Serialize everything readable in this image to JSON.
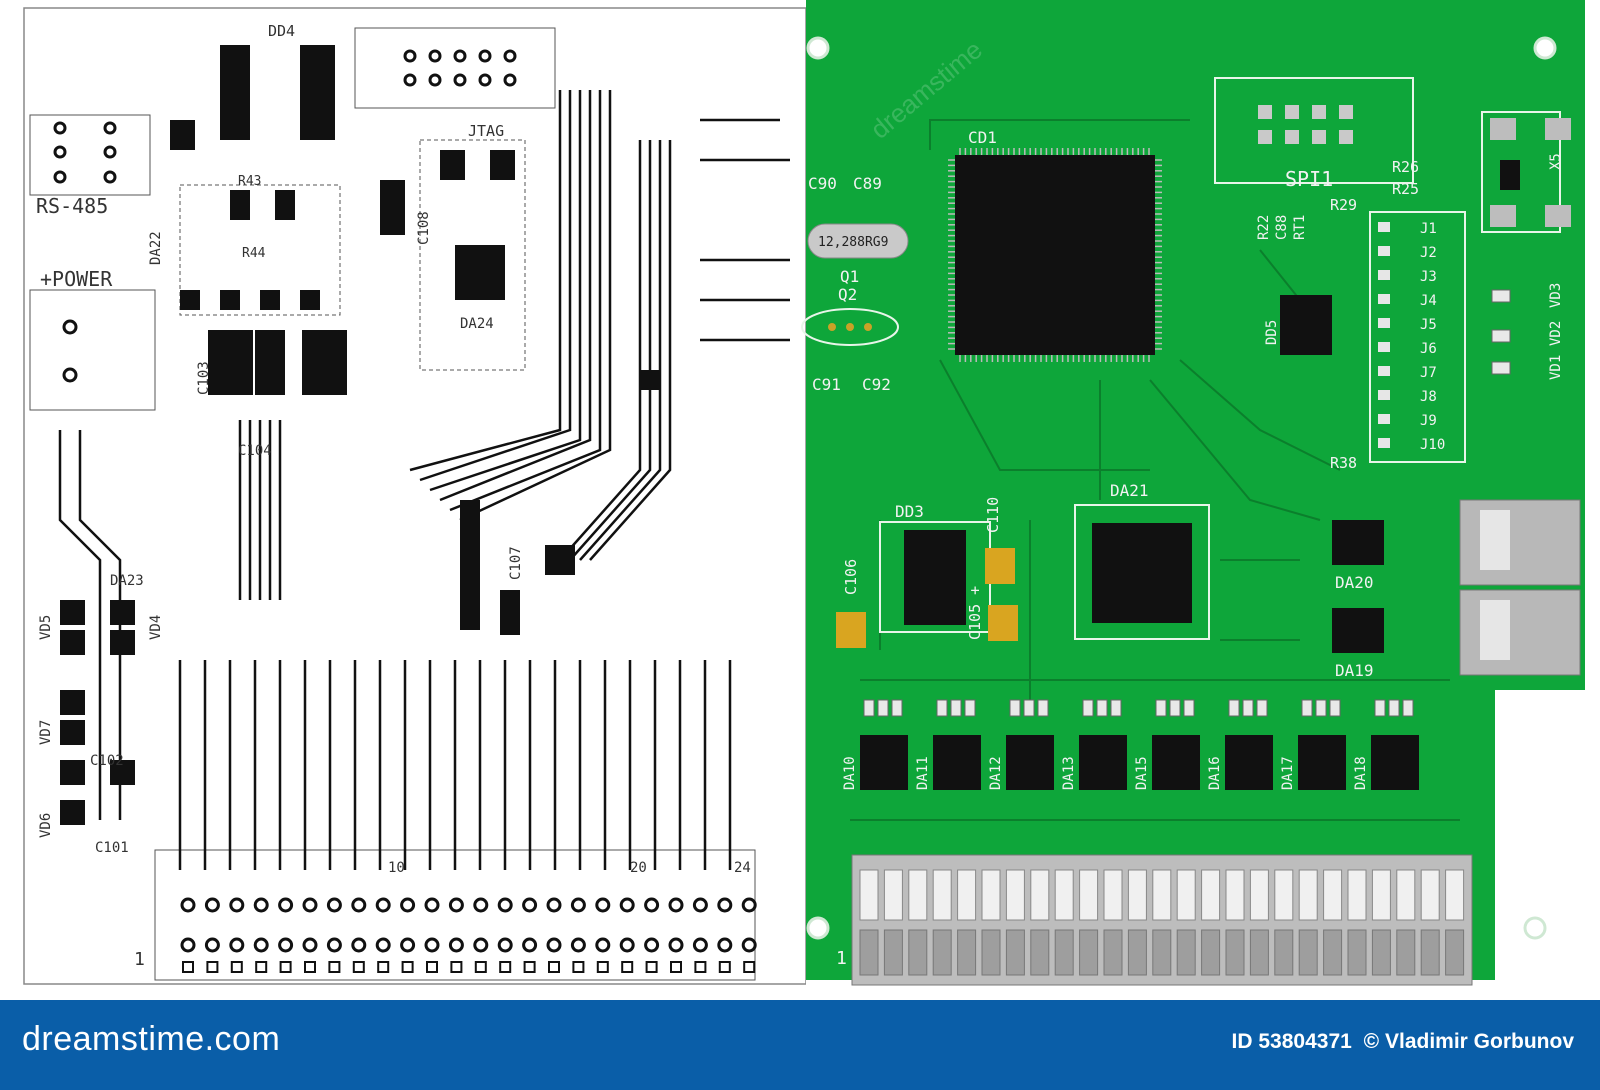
{
  "colors": {
    "pcb_green": "#0ea63a",
    "trace_green": "#0b7f2c",
    "footer_blue": "#0a5ea8",
    "silk": "#f2f2f2",
    "ink": "#111111"
  },
  "schematic": {
    "labels": {
      "rs485": "RS-485",
      "power": "+POWER",
      "dd4": "DD4",
      "jtag": "JTAG",
      "da22": "DA22",
      "da23": "DA23",
      "da24": "DA24",
      "c101": "C101",
      "c102": "C102",
      "c103": "C103",
      "c104": "C104",
      "c108": "C108",
      "c107": "C107",
      "r43": "R43",
      "r44": "R44",
      "vd4": "VD4",
      "vd5": "VD5",
      "vd6": "VD6",
      "vd7": "VD7",
      "pin_one": "1",
      "pin_ten": "10",
      "pin_twenty": "20",
      "pin_twentyfour": "24"
    }
  },
  "pcb": {
    "labels": {
      "cd1": "CD1",
      "c90": "C90",
      "c89": "C89",
      "crystal": "12,288RG9",
      "q1": "Q1",
      "q2": "Q2",
      "c91": "C91",
      "c92": "C92",
      "spi1": "SPI1",
      "r26": "R26",
      "r25": "R25",
      "r29": "R29",
      "r22": "R22",
      "c88": "C88",
      "rt1": "RT1",
      "x5": "X5",
      "dd5": "DD5",
      "r38": "R38",
      "vd3": "VD3",
      "vd2": "VD2",
      "vd1": "VD1",
      "da21": "DA21",
      "dd3": "DD3",
      "c110": "C110",
      "c106": "C106",
      "c105": "C105 +",
      "da20": "DA20",
      "da19": "DA19",
      "pin_one": "1"
    },
    "jumpers": [
      "J1",
      "J2",
      "J3",
      "J4",
      "J5",
      "J6",
      "J7",
      "J8",
      "J9",
      "J10"
    ],
    "amps": [
      "DA10",
      "DA11",
      "DA12",
      "DA13",
      "DA15",
      "DA16",
      "DA17",
      "DA18"
    ]
  },
  "watermark": {
    "site": "dreamstime"
  },
  "footer": {
    "brand": "dreamstime.com",
    "image_id": "ID 53804371",
    "author": "© Vladimir Gorbunov"
  }
}
